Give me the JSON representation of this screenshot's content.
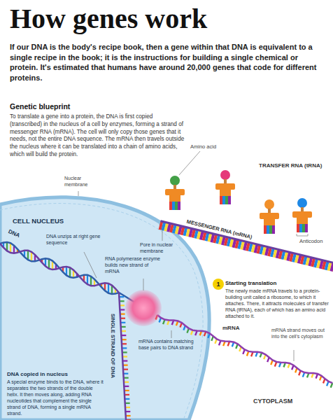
{
  "diagram": {
    "title": "How genes work",
    "nodes": [
      {
        "text": [
          "1"
        ]
      }
    ],
    "labels": [
      "If our DNA is the body's recipe book, then a gene within that DNA is equivalent to a single recipe in the book; it is the instructions for building a single chemical or protein. It's estimated that humans have around 20,000 genes that code for different proteins.",
      "Genetic blueprint",
      "To translate a gene into a protein, the DNA is first copied (transcribed) in the nucleus of a cell by enzymes, forming a strand of messenger RNA (mRNA). The cell will only copy those genes that it needs, not the entire DNA sequence. The mRNA then travels outside the nucleus where it can be translated into a chain of amino acids, which will build the protein.",
      "Amino acid",
      "TRANSFER RNA (tRNA)",
      "Anticodon",
      "MESSENGER RNA (mRNA)",
      "Nuclear membrane",
      "Pore in nuclear membrane",
      "CELL NUCLEUS",
      "DNA",
      "DNA unzips at right gene sequence",
      "RNA polymerase enzyme builds new strand of mRNA",
      "mRNA contains matching base pairs to DNA strand",
      "SINGLE STRAND OF DNA",
      "mRNA",
      "Starting translation",
      "The newly made mRNA travels to a protein-building unit called a ribosome, to which it attaches. There, it attracts molecules of transfer RNA (tRNA), each of which has an amino acid attached to it.",
      "mRNA strand moves out into the cell's cytoplasm",
      "CYTOPLASM",
      "DNA copied in nucleus",
      "A special enzyme binds to the DNA, where it separates the two strands of the double helix. It then moves along, adding RNA nucleotides that complement the single strand of DNA, forming a single mRNA strand."
    ]
  }
}
